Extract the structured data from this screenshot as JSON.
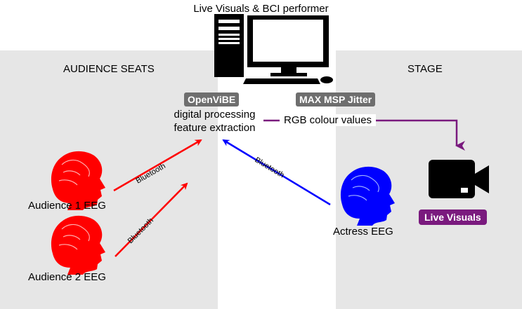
{
  "title": "Live Visuals & BCI performer",
  "zones": {
    "audience": "AUDIENCE SEATS",
    "stage": "STAGE"
  },
  "software": {
    "openvibe": "OpenViBE",
    "max": "MAX MSP Jitter"
  },
  "processing": {
    "line1": "digital processing",
    "line2": "feature extraction"
  },
  "rgb_label": "RGB colour values",
  "live_visuals": "Live Visuals",
  "nodes": {
    "audience1": "Audience 1 EEG",
    "audience2": "Audience 2 EEG",
    "actress": "Actress EEG"
  },
  "links": {
    "bt1": "Bluetooth",
    "bt2": "Bluetooth",
    "bt3": "Bluetooth"
  },
  "colors": {
    "audience": "#ff0000",
    "actress": "#0000ff",
    "rgb_arrow": "#7a1a7e",
    "zone_bg": "#e6e6e6",
    "badge_bg": "#6e6e6e"
  }
}
